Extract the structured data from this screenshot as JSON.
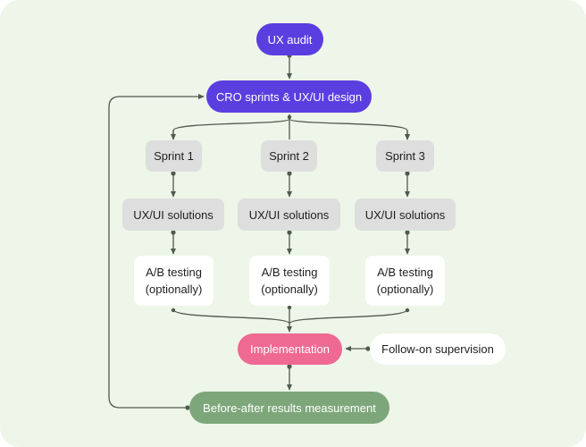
{
  "diagram": {
    "colors": {
      "background": "#eef5e9",
      "accent_purple": "#5b3ee0",
      "gray_box": "#dedede",
      "implementation_pink": "#ee6a93",
      "measurement_green": "#7da77a",
      "connector": "#4f5a4f"
    },
    "nodes": {
      "ux_audit": "UX audit",
      "cro_sprints": "CRO sprints  & UX/UI design",
      "sprints": [
        {
          "label": "Sprint 1",
          "solutions": "UX/UI solutions",
          "testing_line1": "A/B testing",
          "testing_line2": "(optionally)"
        },
        {
          "label": "Sprint 2",
          "solutions": "UX/UI solutions",
          "testing_line1": "A/B testing",
          "testing_line2": "(optionally)"
        },
        {
          "label": "Sprint 3",
          "solutions": "UX/UI solutions",
          "testing_line1": "A/B testing",
          "testing_line2": "(optionally)"
        }
      ],
      "implementation": "Implementation",
      "follow_on": "Follow-on supervision",
      "measurement": "Before-after results measurement"
    }
  }
}
